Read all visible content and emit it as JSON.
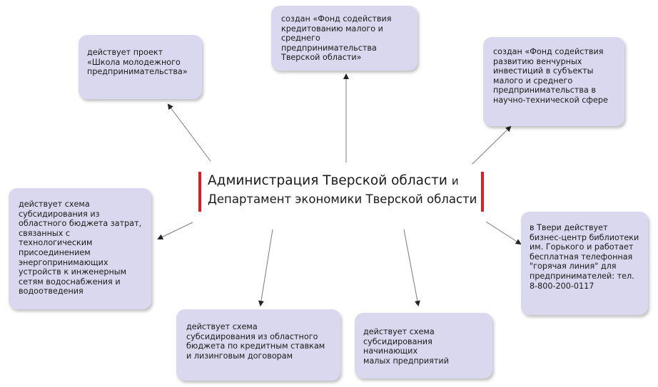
{
  "center": {
    "line1_main": "Администрация Тверской области",
    "line1_tail": "и",
    "line2": "Департамент экономики Тверской области"
  },
  "boxes": {
    "top_left": "действует проект\n«Школа молодежного\nпредпринимательства»",
    "top_center": "создан «Фонд содействия\nкредитованию малого и\nсреднего предпринимательства\nТверской области»",
    "top_right": "создан «Фонд содействия\nразвитию венчурных\nинвестиций в субъекты\nмалого и среднего\nпредпринимательства в\nнаучно-технической сфере",
    "left": "действует схема\nсубсидирования из\nобластного бюджета затрат,\nсвязанных с технологическим\nприсоединением\nэнергопринимающих\nустройств к инженерным\nсетям водоснабжения и\nводоотведения",
    "right": "в Твери действует\nбизнес-центр библиотеки\nим. Горького и работает\nбесплатная телефонная\n\"горячая линия\" для\nпредпринимателей: тел.\n8-800-200-0117",
    "bottom_left": "действует схема\nсубсидирования из областного\nбюджета по кредитным ставкам\nи лизинговым договорам",
    "bottom_center": "действует схема\nсубсидирования начинающих\nмалых предприятий"
  },
  "colors": {
    "box_fill": "#d9d8ef",
    "accent_bar": "#d61f26",
    "arrow": "#7a7a7a"
  }
}
